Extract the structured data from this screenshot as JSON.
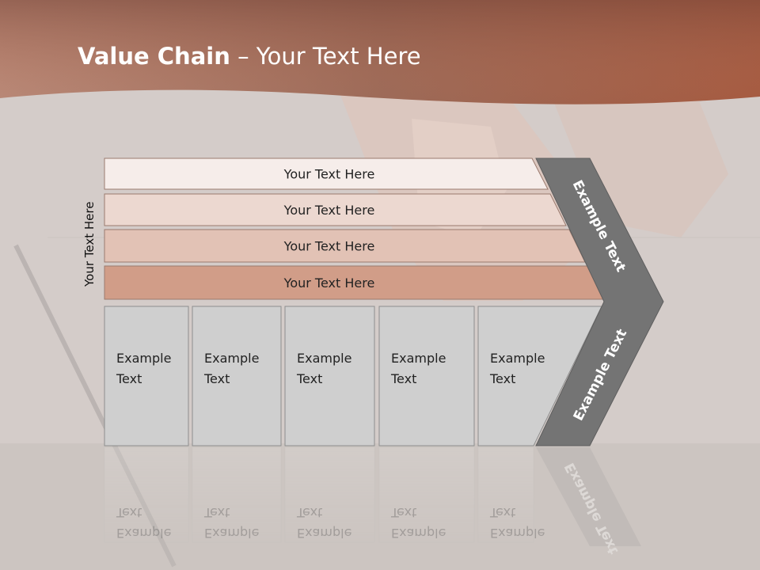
{
  "slide": {
    "title_bold": "Value Chain",
    "title_rest": " – Your Text Here",
    "side_label": "Your Text Here"
  },
  "support_rows": [
    {
      "label": "Your Text Here",
      "color": "#f6edea"
    },
    {
      "label": "Your Text Here",
      "color": "#ecd8d0"
    },
    {
      "label": "Your Text Here",
      "color": "#e2c2b5"
    },
    {
      "label": "Your Text Here",
      "color": "#d19d88"
    }
  ],
  "primary_boxes": [
    {
      "line1": "Example",
      "line2": "Text"
    },
    {
      "line1": "Example",
      "line2": "Text"
    },
    {
      "line1": "Example",
      "line2": "Text"
    },
    {
      "line1": "Example",
      "line2": "Text"
    },
    {
      "line1": "Example",
      "line2": "Text"
    }
  ],
  "chevron": {
    "upper": "Example Text",
    "lower": "Example Text",
    "color": "#747474"
  },
  "colors": {
    "header_band": "#b06a52",
    "box_fill": "#cfcfcf"
  }
}
